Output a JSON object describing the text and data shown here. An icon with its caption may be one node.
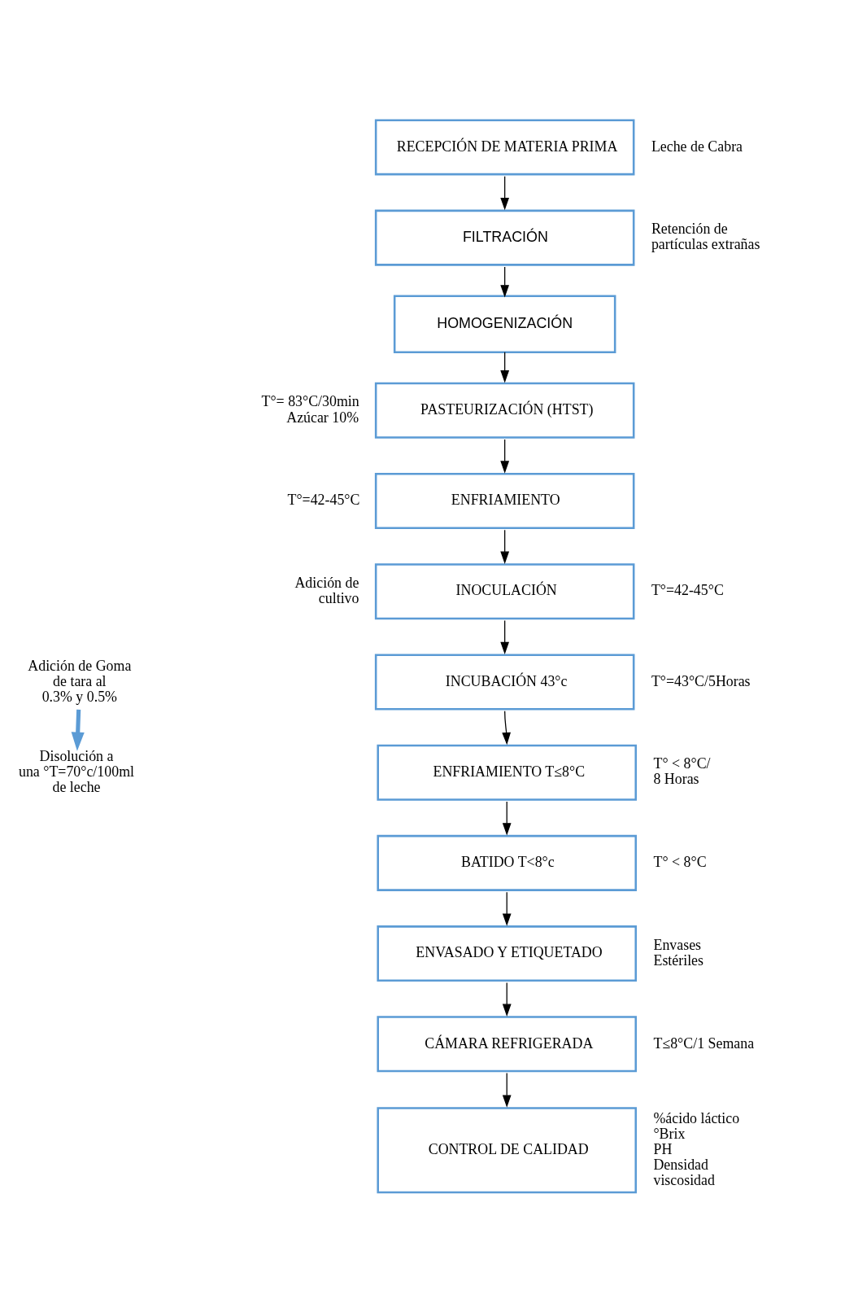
{
  "diagram": {
    "nodes": [
      {
        "text": [
          "RECEPCIÓN DE MATERIA PRIMA"
        ],
        "beside": [
          "Leche de Cabra"
        ]
      },
      {
        "text": [
          "FILTRACIÓN"
        ],
        "beside": [
          "Retención de partículas extrañas"
        ]
      },
      {
        "text": [
          "HOMOGENIZACIÓN"
        ]
      },
      {
        "text": [
          "PASTEURIZACIÓN (HTST)"
        ],
        "beside": [
          "T°= 83°C/30min Azúcar 10%"
        ]
      },
      {
        "text": [
          "ENFRIAMIENTO"
        ],
        "beside": [
          "T°=42-45°C"
        ]
      },
      {
        "text": [
          "INOCULACIÓN"
        ],
        "beside": [
          "Adición de cultivo",
          "T°=42-45°C"
        ]
      },
      {
        "text": [
          "INCUBACIÓN 43°c"
        ],
        "beside": [
          "T°=43°C/5Horas"
        ]
      },
      {
        "text": [
          "ENFRIAMIENTO T≤8°C"
        ],
        "beside": [
          "T° < 8°C/ 8 Horas"
        ]
      },
      {
        "text": [
          "BATIDO T<8°c"
        ],
        "beside": [
          "T° < 8°C"
        ]
      },
      {
        "text": [
          "ENVASADO Y ETIQUETADO"
        ],
        "beside": [
          "Envases Estériles"
        ]
      },
      {
        "text": [
          "CÁMARA REFRIGERADA"
        ],
        "beside": [
          "T≤8°C/1 Semana"
        ]
      },
      {
        "text": [
          "CONTROL DE CALIDAD"
        ],
        "beside": [
          "%ácido láctico",
          "°Brix",
          "PH",
          "Densidad",
          "viscosidad"
        ]
      },
      {
        "text": [
          "Adición de Goma de tara al 0.3% y 0.5%"
        ]
      },
      {
        "text": [
          "Disolución a una °T=70°c/100ml de leche"
        ]
      }
    ],
    "edges": [
      {
        "from": 0,
        "to": 1,
        "arrow": "to"
      },
      {
        "from": 1,
        "to": 2,
        "arrow": "to"
      },
      {
        "from": 2,
        "to": 3,
        "arrow": "to"
      },
      {
        "from": 3,
        "to": 4,
        "arrow": "to"
      },
      {
        "from": 4,
        "to": 5,
        "arrow": "to"
      },
      {
        "from": 5,
        "to": 6,
        "arrow": "to"
      },
      {
        "from": 6,
        "to": 7,
        "arrow": "to"
      },
      {
        "from": 7,
        "to": 8,
        "arrow": "to"
      },
      {
        "from": 8,
        "to": 9,
        "arrow": "to"
      },
      {
        "from": 9,
        "to": 10,
        "arrow": "to"
      },
      {
        "from": 10,
        "to": 11,
        "arrow": "to"
      },
      {
        "from": 12,
        "to": 13,
        "arrow": "to",
        "style": "thick",
        "color": "#5b9bd5"
      }
    ]
  }
}
